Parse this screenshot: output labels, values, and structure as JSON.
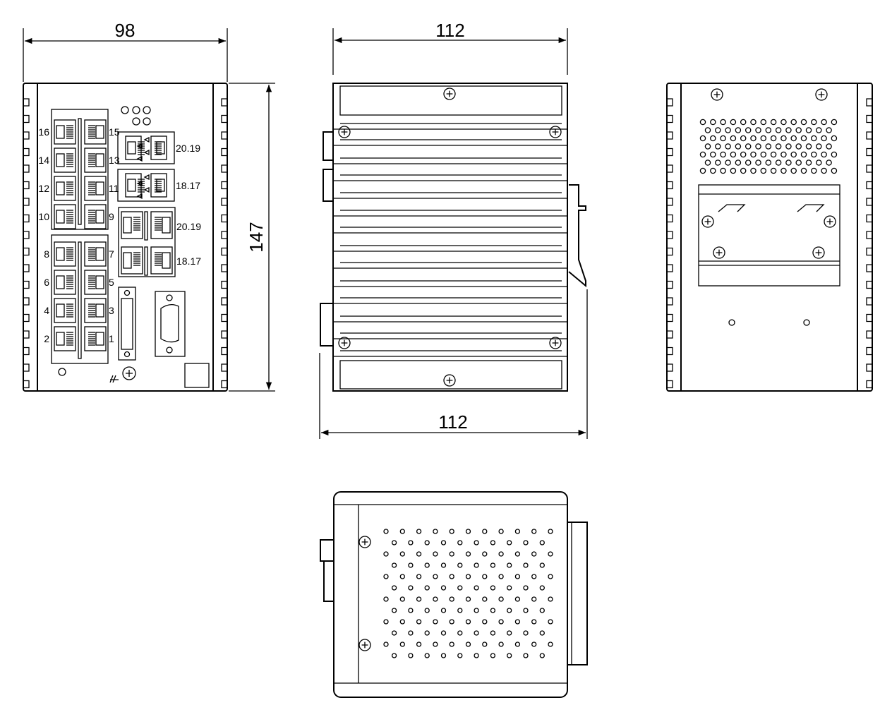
{
  "dimensions": {
    "front_width": "98",
    "side_width_top": "112",
    "height": "147",
    "side_width_bottom": "112"
  },
  "front_panel": {
    "port_labels_left": [
      "16",
      "14",
      "12",
      "10",
      "8",
      "6",
      "4",
      "2"
    ],
    "port_labels_right": [
      "15",
      "13",
      "11",
      "9",
      "7",
      "5",
      "3",
      "1"
    ],
    "sfp_labels": [
      "20.19",
      "18.17"
    ],
    "combo_rj45_labels": [
      "20.19",
      "18.17"
    ]
  }
}
